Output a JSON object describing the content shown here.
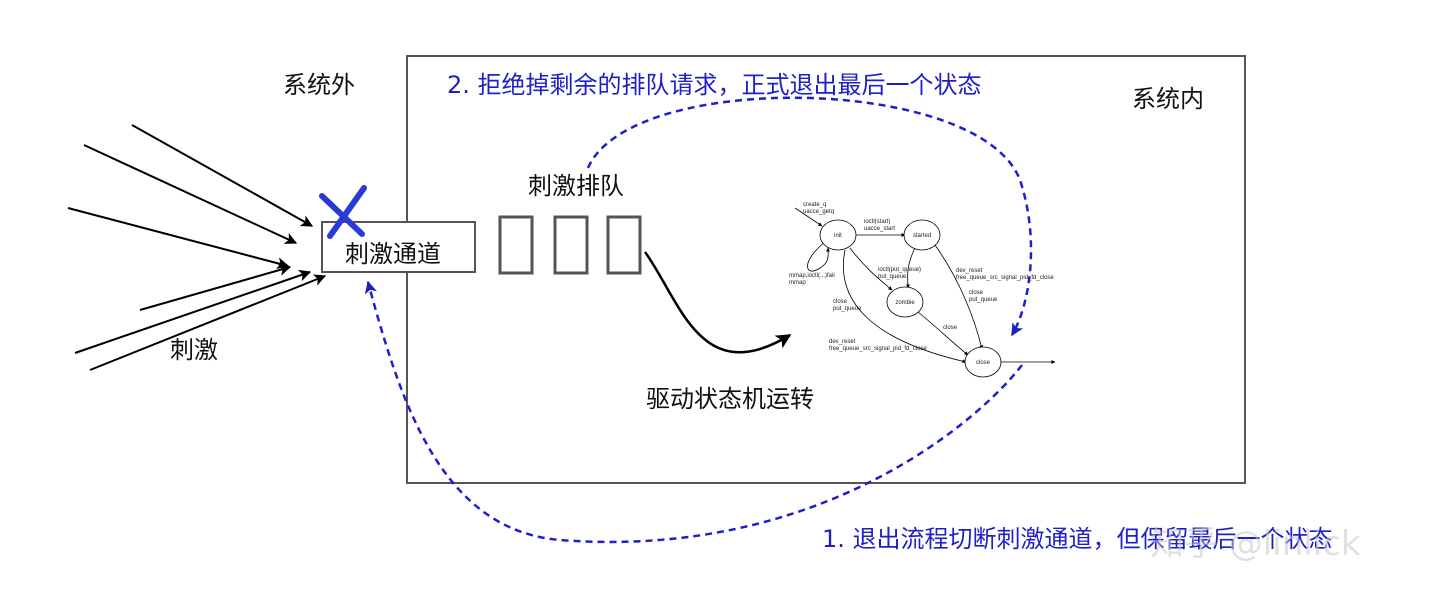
{
  "labels": {
    "outside_system": "系统外",
    "inside_system": "系统内",
    "stimulus": "刺激",
    "stimulus_channel": "刺激通道",
    "stimulus_queue": "刺激排队",
    "drive_state_machine": "驱动状态机运转",
    "step2": "2. 拒绝掉剩余的排队请求，正式退出最后一个状态",
    "step1": "1. 退出流程切断刺激通道，但保留最后一个状态",
    "watermark": "知乎 @linlick"
  },
  "state_machine": {
    "states": {
      "init": "init",
      "started": "started",
      "zombie": "zombie",
      "close": "close"
    },
    "transitions": {
      "entry_1": "create_q",
      "entry_2": "uacce_getq",
      "init_started_1": "ioctl(start)",
      "init_started_2": "uacce_start",
      "self_loop_1": "mmap,ioctl(...)fail",
      "self_loop_2": "mmap",
      "to_zombie_1": "ioctl(put_queue)",
      "to_zombie_2": "put_queue",
      "started_close_1": "dev_reset",
      "started_close_2": "free_queue_src_signal_pid_fd_close",
      "started_close_3": "close",
      "started_close_4": "put_queue",
      "init_close_1": "close",
      "init_close_2": "put_queue",
      "zombie_close": "close",
      "init_close_3": "dev_reset",
      "init_close_4": "free_queue_src_signal_pid_fd_close"
    }
  },
  "colors": {
    "accent_blue": "#1f1fc8",
    "mark_blue": "#2a3ad6",
    "line": "#000000",
    "box": "#555555"
  }
}
